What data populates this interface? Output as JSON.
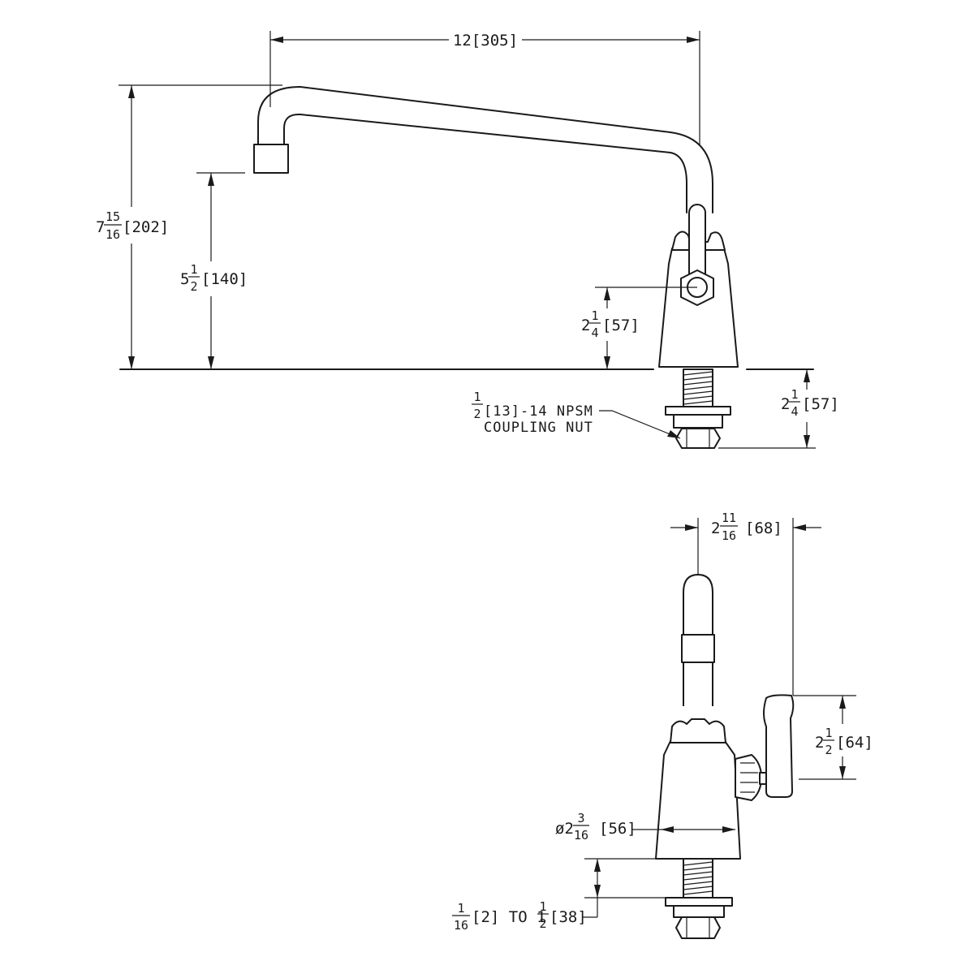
{
  "dimensions": {
    "spout_reach": "12[305]",
    "overall_height": {
      "whole": "7",
      "num": "15",
      "den": "16",
      "metric": "[202]"
    },
    "outlet_height": {
      "whole": "5",
      "num": "1",
      "den": "2",
      "metric": "[140]"
    },
    "handle_center_height": {
      "whole": "2",
      "num": "1",
      "den": "4",
      "metric": "[57]"
    },
    "shank_length": {
      "whole": "2",
      "num": "1",
      "den": "4",
      "metric": "[57]"
    },
    "handle_offset": {
      "whole": "2",
      "num": "11",
      "den": "16",
      "metric": "[68]"
    },
    "handle_length": {
      "whole": "2",
      "num": "1",
      "den": "2",
      "metric": "[64]"
    },
    "body_diameter": {
      "prefix": "ø2",
      "num": "3",
      "den": "16",
      "metric": "[56]"
    },
    "deck_range": {
      "num1": "1",
      "den1": "16",
      "mid": "[2] TO 1",
      "num2": "1",
      "den2": "2",
      "metric": "[38]"
    }
  },
  "callouts": {
    "coupling_nut": {
      "num": "1",
      "den": "2",
      "line1": "[13]-14 NPSM",
      "line2": "COUPLING NUT"
    }
  }
}
